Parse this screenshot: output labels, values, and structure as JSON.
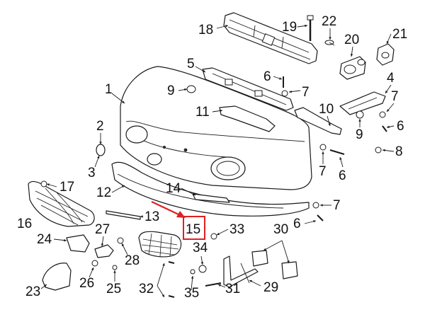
{
  "diagram": {
    "callouts": [
      {
        "id": "1",
        "label": "1"
      },
      {
        "id": "2",
        "label": "2"
      },
      {
        "id": "3",
        "label": "3"
      },
      {
        "id": "4",
        "label": "4"
      },
      {
        "id": "5",
        "label": "5"
      },
      {
        "id": "6a",
        "label": "6"
      },
      {
        "id": "6b",
        "label": "6"
      },
      {
        "id": "6c",
        "label": "6"
      },
      {
        "id": "6d",
        "label": "6"
      },
      {
        "id": "7a",
        "label": "7"
      },
      {
        "id": "7b",
        "label": "7"
      },
      {
        "id": "7c",
        "label": "7"
      },
      {
        "id": "7d",
        "label": "7"
      },
      {
        "id": "8",
        "label": "8"
      },
      {
        "id": "9a",
        "label": "9"
      },
      {
        "id": "9b",
        "label": "9"
      },
      {
        "id": "10",
        "label": "10"
      },
      {
        "id": "11",
        "label": "11"
      },
      {
        "id": "12",
        "label": "12"
      },
      {
        "id": "13",
        "label": "13"
      },
      {
        "id": "14",
        "label": "14"
      },
      {
        "id": "15",
        "label": "15"
      },
      {
        "id": "16",
        "label": "16"
      },
      {
        "id": "17",
        "label": "17"
      },
      {
        "id": "18",
        "label": "18"
      },
      {
        "id": "19",
        "label": "19"
      },
      {
        "id": "20",
        "label": "20"
      },
      {
        "id": "21",
        "label": "21"
      },
      {
        "id": "22",
        "label": "22"
      },
      {
        "id": "23",
        "label": "23"
      },
      {
        "id": "24",
        "label": "24"
      },
      {
        "id": "25",
        "label": "25"
      },
      {
        "id": "26",
        "label": "26"
      },
      {
        "id": "27",
        "label": "27"
      },
      {
        "id": "28",
        "label": "28"
      },
      {
        "id": "29",
        "label": "29"
      },
      {
        "id": "30",
        "label": "30"
      },
      {
        "id": "31",
        "label": "31"
      },
      {
        "id": "32",
        "label": "32"
      },
      {
        "id": "33",
        "label": "33"
      },
      {
        "id": "34",
        "label": "34"
      },
      {
        "id": "35",
        "label": "35"
      }
    ],
    "highlight": {
      "callout": "15",
      "color": "#e02020"
    },
    "line_color": "#1a1a1a"
  }
}
